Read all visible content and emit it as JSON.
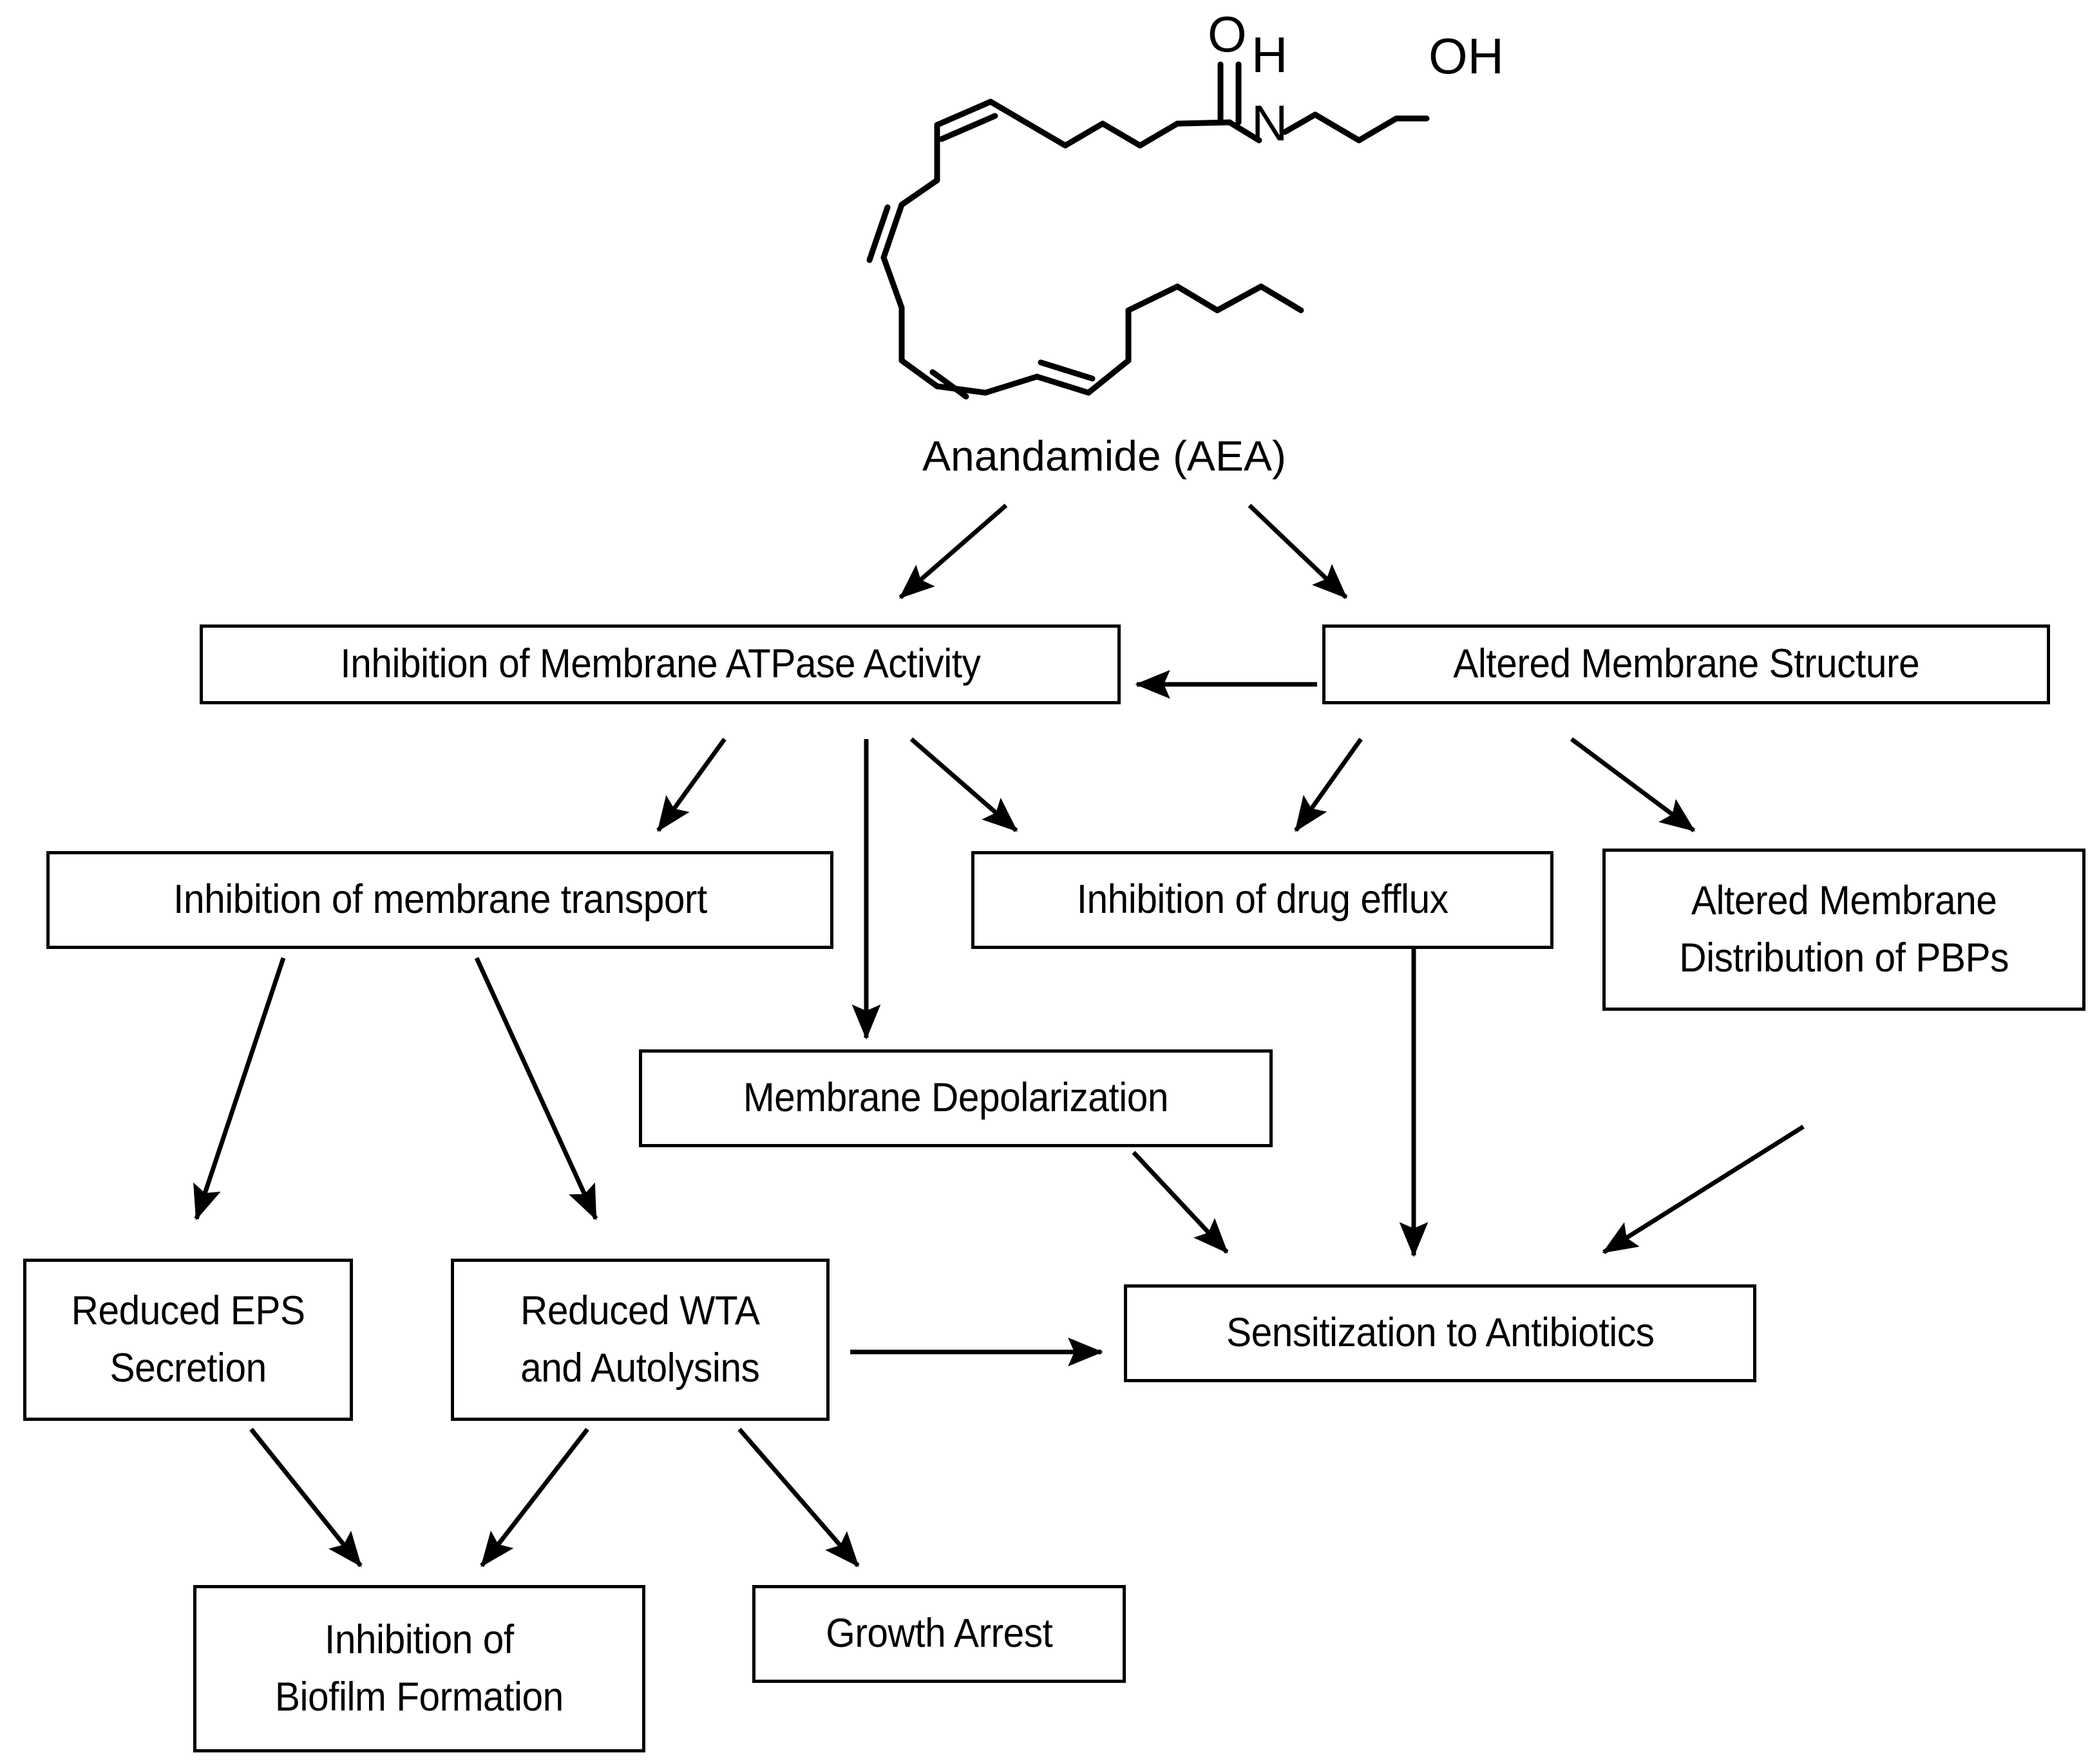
{
  "figure": {
    "type": "flowchart",
    "background_color": "#ffffff",
    "line_color": "#000000",
    "text_color": "#000000"
  },
  "molecule": {
    "name": "Anandamide (AEA)",
    "caption": "Anandamide (AEA)",
    "atom_labels": [
      {
        "id": "carbonyl-oxygen",
        "text": "O"
      },
      {
        "id": "amide-hydrogen",
        "text": "H"
      },
      {
        "id": "amide-nitrogen",
        "text": "N"
      },
      {
        "id": "hydroxyl",
        "text": "OH"
      }
    ]
  },
  "nodes": [
    {
      "id": "atpase",
      "label": "Inhibition of Membrane ATPase Activity"
    },
    {
      "id": "structure",
      "label": "Altered Membrane Structure"
    },
    {
      "id": "transport",
      "label": "Inhibition of membrane transport"
    },
    {
      "id": "efflux",
      "label": "Inhibition of drug efflux"
    },
    {
      "id": "pbps",
      "label": "Altered Membrane\nDistribution of PBPs"
    },
    {
      "id": "depolar",
      "label": "Membrane Depolarization"
    },
    {
      "id": "eps",
      "label": "Reduced EPS\nSecretion"
    },
    {
      "id": "wta",
      "label": "Reduced WTA\nand Autolysins"
    },
    {
      "id": "sensitize",
      "label": "Sensitization to Antibiotics"
    },
    {
      "id": "biofilm",
      "label": "Inhibition of\nBiofilm Formation"
    },
    {
      "id": "growth",
      "label": "Growth Arrest"
    }
  ],
  "edges": [
    {
      "from": "aea",
      "to": "atpase"
    },
    {
      "from": "aea",
      "to": "structure"
    },
    {
      "from": "structure",
      "to": "atpase"
    },
    {
      "from": "atpase",
      "to": "transport"
    },
    {
      "from": "atpase",
      "to": "depolar"
    },
    {
      "from": "atpase",
      "to": "efflux"
    },
    {
      "from": "structure",
      "to": "efflux"
    },
    {
      "from": "structure",
      "to": "pbps"
    },
    {
      "from": "transport",
      "to": "eps"
    },
    {
      "from": "transport",
      "to": "wta"
    },
    {
      "from": "depolar",
      "to": "sensitize"
    },
    {
      "from": "efflux",
      "to": "sensitize"
    },
    {
      "from": "pbps",
      "to": "sensitize"
    },
    {
      "from": "wta",
      "to": "sensitize"
    },
    {
      "from": "eps",
      "to": "biofilm"
    },
    {
      "from": "wta",
      "to": "biofilm"
    },
    {
      "from": "wta",
      "to": "growth"
    }
  ]
}
